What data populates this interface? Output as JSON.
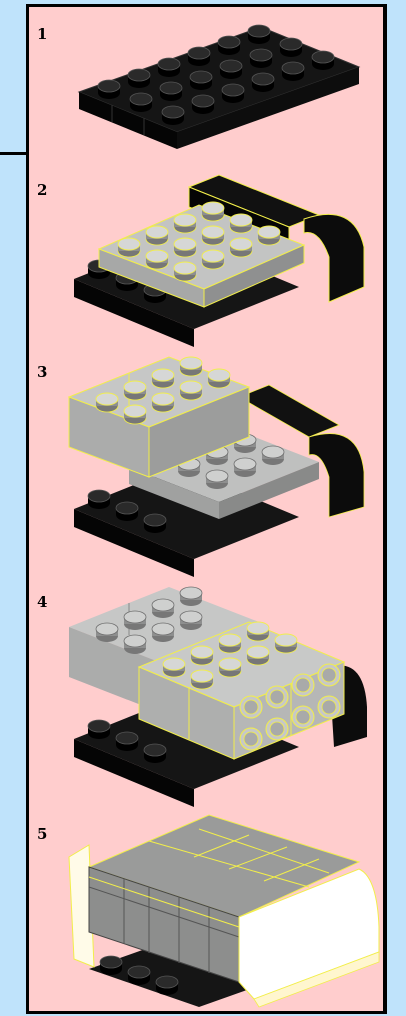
{
  "steps": [
    {
      "number": "1"
    },
    {
      "number": "2"
    },
    {
      "number": "3"
    },
    {
      "number": "4"
    },
    {
      "number": "5"
    }
  ],
  "colors": {
    "page_bg": "#bfe3fb",
    "panel_bg": "#ffcdcd",
    "brick_black": "#111111",
    "brick_gray": "#b9bab9",
    "brick_dark_gray": "#8f9090",
    "brick_white": "#ffffff",
    "new_part_outline": "#f2ee4a"
  }
}
